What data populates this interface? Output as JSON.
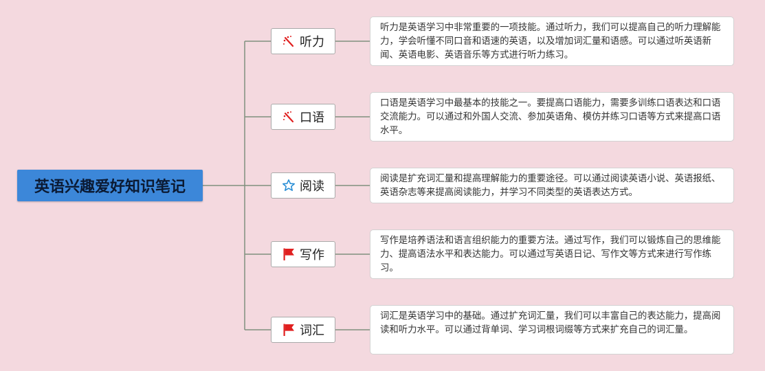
{
  "root": {
    "title": "英语兴趣爱好知识笔记"
  },
  "colors": {
    "background": "#f4d9df",
    "root_fill": "#3c87d9",
    "connector": "#7f8f7f",
    "flag": "#e02020",
    "star": "#2b8fd6"
  },
  "branches": [
    {
      "label": "听力",
      "icon": "wand-icon",
      "note": "听力是英语学习中非常重要的一项技能。通过听力，我们可以提高自己的听力理解能力，学会听懂不同口音和语速的英语，以及增加词汇量和语感。可以通过听英语新闻、英语电影、英语音乐等方式进行听力练习。"
    },
    {
      "label": "口语",
      "icon": "wand-icon",
      "note": "口语是英语学习中最基本的技能之一。要提高口语能力，需要多训练口语表达和口语交流能力。可以通过和外国人交流、参加英语角、模仿并练习口语等方式来提高口语水平。"
    },
    {
      "label": "阅读",
      "icon": "star-icon",
      "note": "阅读是扩充词汇量和提高理解能力的重要途径。可以通过阅读英语小说、英语报纸、英语杂志等来提高阅读能力，并学习不同类型的英语表达方式。"
    },
    {
      "label": "写作",
      "icon": "flag-icon",
      "note": "写作是培养语法和语言组织能力的重要方法。通过写作，我们可以锻炼自己的思维能力、提高语法水平和表达能力。可以通过写英语日记、写作文等方式来进行写作练习。"
    },
    {
      "label": "词汇",
      "icon": "flag-icon",
      "note": "词汇是英语学习中的基础。通过扩充词汇量，我们可以丰富自己的表达能力，提高阅读和听力水平。可以通过背单词、学习词根词缀等方式来扩充自己的词汇量。"
    }
  ]
}
